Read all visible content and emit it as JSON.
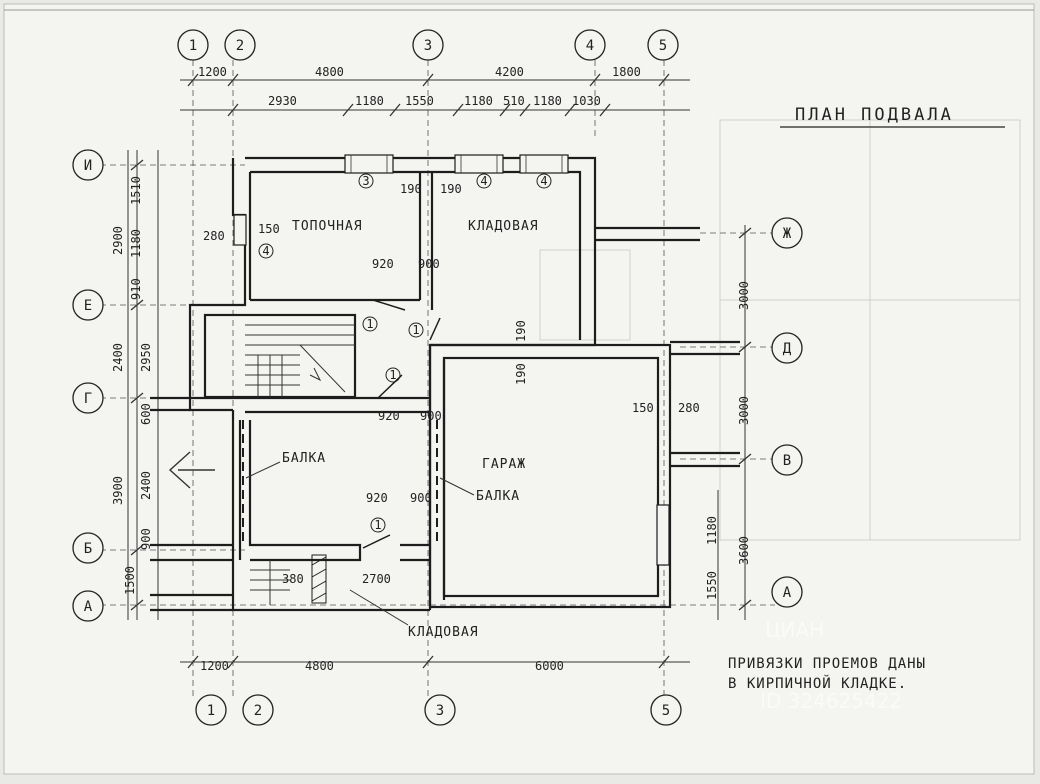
{
  "title": "ПЛАН ПОДВАЛА",
  "rooms": {
    "boiler": "ТОПОЧНАЯ",
    "storage_top": "КЛАДОВАЯ",
    "garage": "ГАРАЖ",
    "storage_bottom": "КЛАДОВАЯ",
    "beam_left": "БАЛКА",
    "beam_right": "БАЛКА"
  },
  "axes_vertical": [
    "1",
    "2",
    "3",
    "4",
    "5"
  ],
  "axes_horizontal": [
    "И",
    "Ж",
    "Е",
    "Д",
    "Г",
    "В",
    "Б",
    "А"
  ],
  "dims": {
    "top_overall": [
      "1200",
      "4800",
      "4200",
      "1800"
    ],
    "top_openings": [
      "2930",
      "1180",
      "1550",
      "1180",
      "510",
      "1180",
      "1030"
    ],
    "bottom": [
      "1200",
      "4800",
      "6000"
    ],
    "left_chain": [
      "1510",
      "1180",
      "910",
      "2900",
      "2400",
      "3900",
      "2400",
      "600",
      "900",
      "1500",
      "2950"
    ],
    "right_chain": [
      "3000",
      "3000",
      "3600",
      "1180",
      "1550"
    ],
    "inner": [
      "190",
      "190",
      "280",
      "150",
      "920",
      "900",
      "920",
      "900",
      "920",
      "900",
      "190",
      "190",
      "150",
      "280",
      "380",
      "2700"
    ]
  },
  "opening_marks": [
    "3",
    "4",
    "4",
    "4",
    "1",
    "1",
    "1",
    "1"
  ],
  "note": [
    "ПРИВЯЗКИ ПРОЕМОВ ДАНЫ",
    "В КИРПИЧНОЙ КЛАДКЕ."
  ],
  "watermark": [
    "ЦИАН",
    "ID 324625422"
  ]
}
